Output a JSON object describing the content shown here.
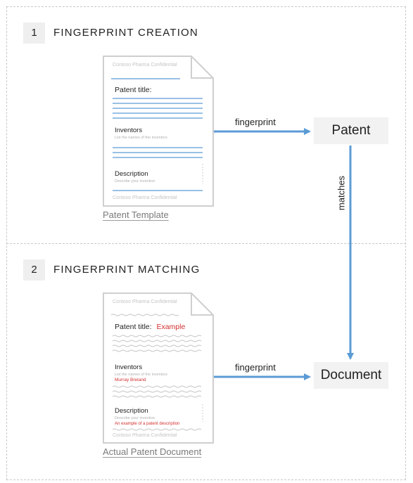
{
  "steps": [
    {
      "number": "1",
      "title": "FINGERPRINT CREATION"
    },
    {
      "number": "2",
      "title": "FINGERPRINT MATCHING"
    }
  ],
  "template_doc": {
    "header": "Contoso Pharma Confidential",
    "title_label": "Patent title:",
    "inventors_label": "Inventors",
    "inventors_hint": "List the names of the inventors",
    "description_label": "Description",
    "description_hint": "Describe your invention",
    "footer": "Contoso Pharma Confidential",
    "caption": "Patent Template"
  },
  "actual_doc": {
    "header": "Contoso Pharma Confidential",
    "title_label": "Patent title:",
    "title_value": "Example",
    "inventors_label": "Inventors",
    "inventors_hint": "List the names of the inventors",
    "inventors_value": "Murray Breland",
    "description_label": "Description",
    "description_hint": "Describe your invention",
    "description_value": "An example of a patent description",
    "footer": "Contoso Pharma Confidential",
    "caption": "Actual Patent Document"
  },
  "arrows": {
    "fingerprint_top": "fingerprint",
    "fingerprint_bottom": "fingerprint",
    "matches": "matches"
  },
  "boxes": {
    "patent": "Patent",
    "document": "Document"
  },
  "colors": {
    "arrow": "#5b9bd5",
    "highlight": "#d32f2f",
    "doc_border": "#cfcfcf"
  }
}
